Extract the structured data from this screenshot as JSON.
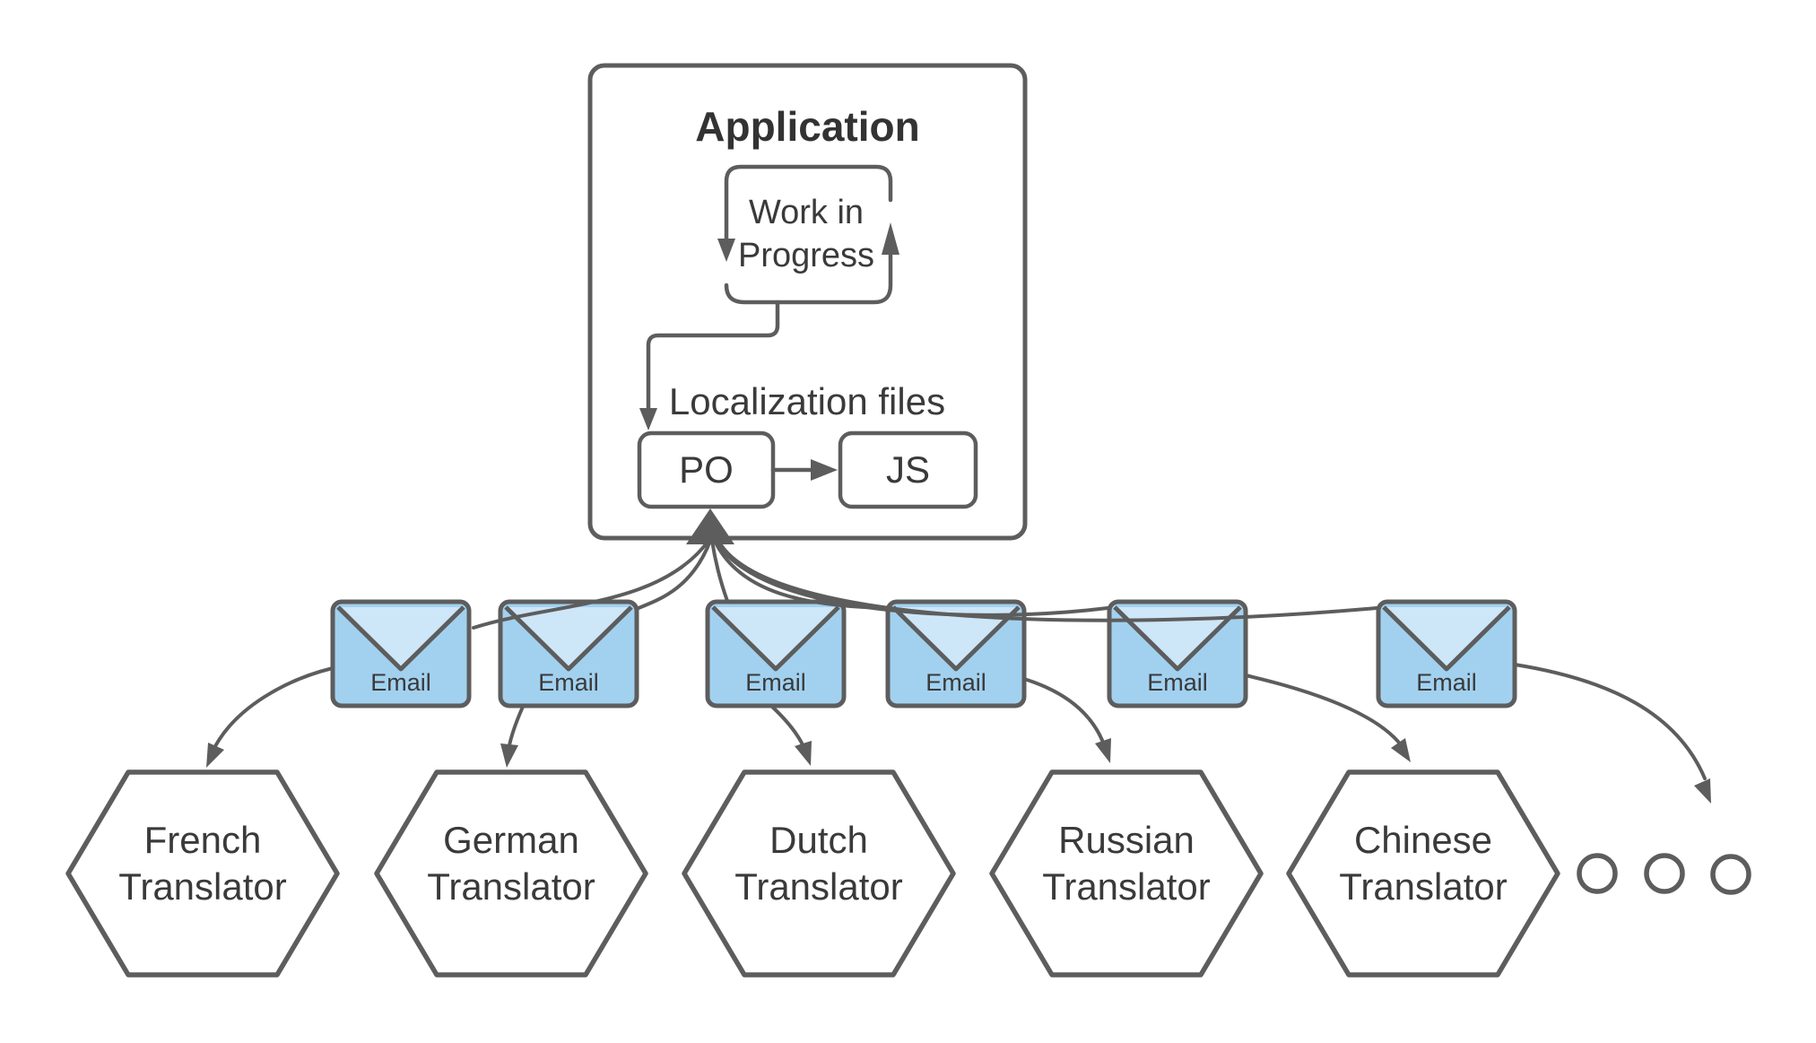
{
  "application": {
    "title": "Application"
  },
  "work_in_progress": {
    "label": "Work in\nProgress"
  },
  "localization": {
    "label": "Localization files",
    "po_label": "PO",
    "js_label": "JS"
  },
  "email": {
    "label": "Email",
    "count": 6
  },
  "translators": [
    "French\nTranslator",
    "German\nTranslator",
    "Dutch\nTranslator",
    "Russian\nTranslator",
    "Chinese\nTranslator"
  ],
  "ellipsis_dots": 3,
  "colors": {
    "stroke": "#5d5d5d",
    "email_body": "#a2d1f0",
    "email_flap": "#cde6f8",
    "shape_fill": "#ffffff",
    "text": "#3a3a3a"
  }
}
